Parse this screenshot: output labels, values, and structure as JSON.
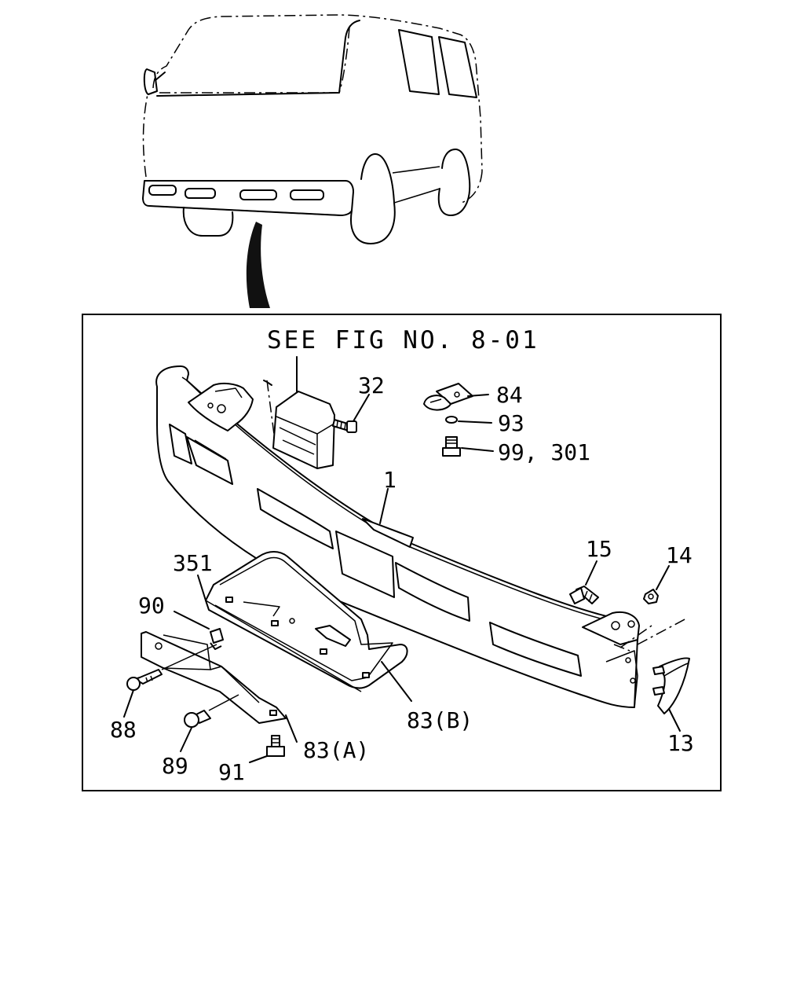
{
  "diagram": {
    "reference_note": "SEE FIG NO. 8-01",
    "callouts": [
      {
        "id": "1",
        "text": "1"
      },
      {
        "id": "13",
        "text": "13"
      },
      {
        "id": "14",
        "text": "14"
      },
      {
        "id": "15",
        "text": "15"
      },
      {
        "id": "32",
        "text": "32"
      },
      {
        "id": "84",
        "text": "84"
      },
      {
        "id": "93",
        "text": "93"
      },
      {
        "id": "99",
        "text": "99, 301"
      },
      {
        "id": "351",
        "text": "351"
      },
      {
        "id": "90",
        "text": "90"
      },
      {
        "id": "88",
        "text": "88"
      },
      {
        "id": "89",
        "text": "89"
      },
      {
        "id": "91",
        "text": "91"
      },
      {
        "id": "83a",
        "text": "83(A)"
      },
      {
        "id": "83b",
        "text": "83(B)"
      }
    ]
  }
}
